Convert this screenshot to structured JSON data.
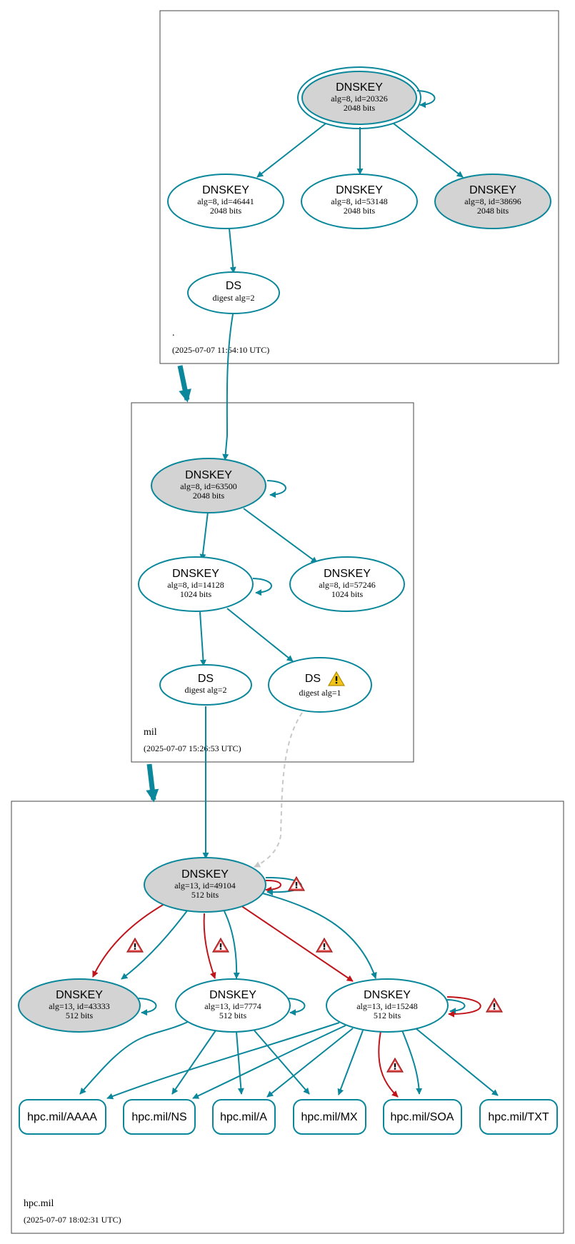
{
  "colors": {
    "teal": "#0a879a",
    "red": "#c0141b",
    "gray_fill": "#d3d3d3",
    "dashed": "#c8c8c8",
    "warn_yellow": "#f0c419",
    "warn_red": "#e34b4b"
  },
  "zones": {
    "root": {
      "name": ".",
      "timestamp": "(2025-07-07 11:54:10 UTC)"
    },
    "mil": {
      "name": "mil",
      "timestamp": "(2025-07-07 15:26:53 UTC)"
    },
    "hpc": {
      "name": "hpc.mil",
      "timestamp": "(2025-07-07 18:02:31 UTC)"
    }
  },
  "nodes": {
    "root_ksk": {
      "title": "DNSKEY",
      "line1": "alg=8, id=20326",
      "line2": "2048 bits"
    },
    "root_k1": {
      "title": "DNSKEY",
      "line1": "alg=8, id=46441",
      "line2": "2048 bits"
    },
    "root_k2": {
      "title": "DNSKEY",
      "line1": "alg=8, id=53148",
      "line2": "2048 bits"
    },
    "root_k3": {
      "title": "DNSKEY",
      "line1": "alg=8, id=38696",
      "line2": "2048 bits"
    },
    "root_ds": {
      "title": "DS",
      "line1": "digest alg=2"
    },
    "mil_ksk": {
      "title": "DNSKEY",
      "line1": "alg=8, id=63500",
      "line2": "2048 bits"
    },
    "mil_k1": {
      "title": "DNSKEY",
      "line1": "alg=8, id=14128",
      "line2": "1024 bits"
    },
    "mil_k2": {
      "title": "DNSKEY",
      "line1": "alg=8, id=57246",
      "line2": "1024 bits"
    },
    "mil_ds1": {
      "title": "DS",
      "line1": "digest alg=2"
    },
    "mil_ds2": {
      "title": "DS",
      "line1": "digest alg=1"
    },
    "hpc_ksk": {
      "title": "DNSKEY",
      "line1": "alg=13, id=49104",
      "line2": "512 bits"
    },
    "hpc_k1": {
      "title": "DNSKEY",
      "line1": "alg=13, id=43333",
      "line2": "512 bits"
    },
    "hpc_k2": {
      "title": "DNSKEY",
      "line1": "alg=13, id=7774",
      "line2": "512 bits"
    },
    "hpc_k3": {
      "title": "DNSKEY",
      "line1": "alg=13, id=15248",
      "line2": "512 bits"
    }
  },
  "rrsets": [
    {
      "label": "hpc.mil/AAAA"
    },
    {
      "label": "hpc.mil/NS"
    },
    {
      "label": "hpc.mil/A"
    },
    {
      "label": "hpc.mil/MX"
    },
    {
      "label": "hpc.mil/SOA"
    },
    {
      "label": "hpc.mil/TXT"
    }
  ]
}
